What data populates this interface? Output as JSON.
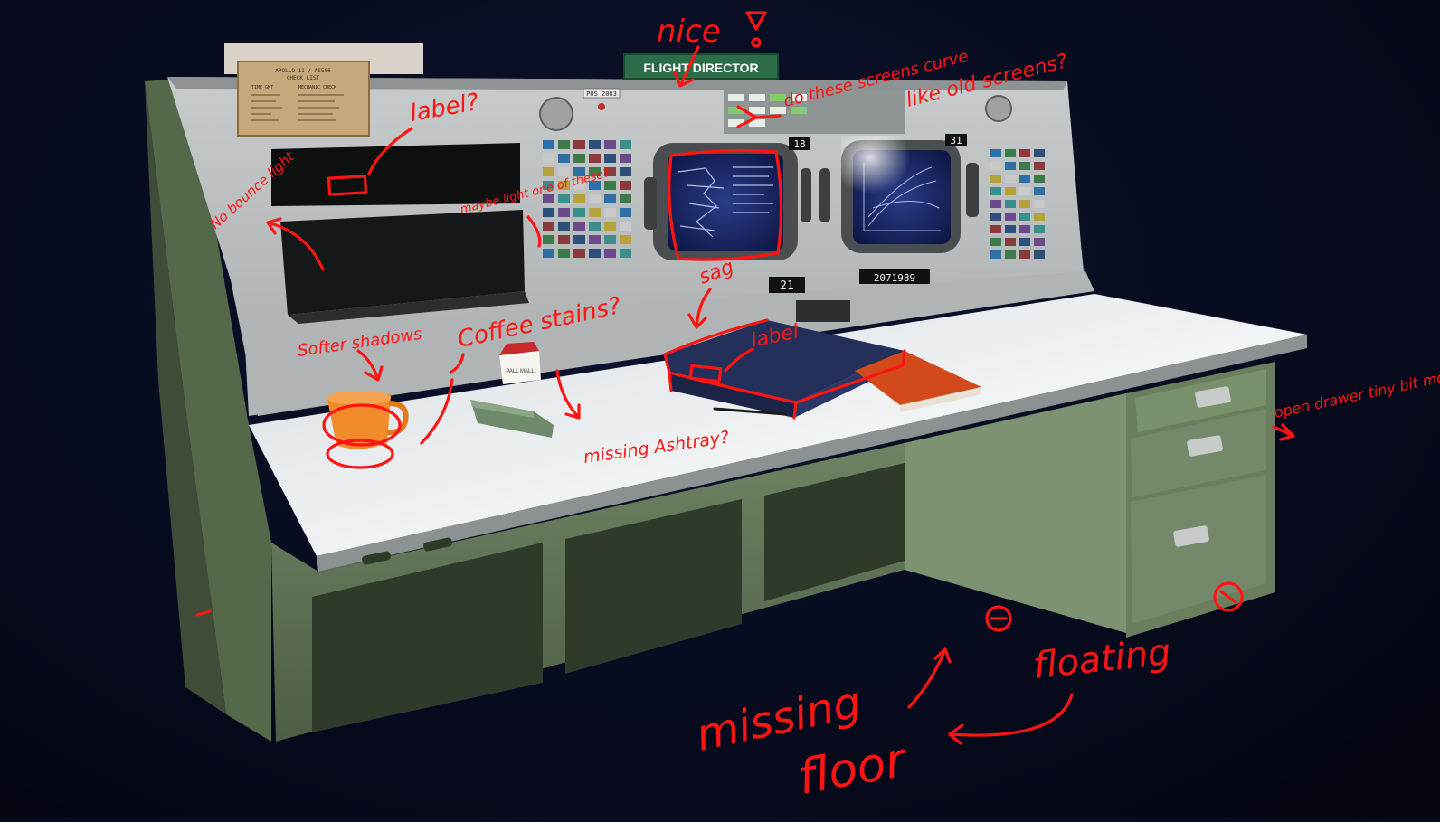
{
  "scene": {
    "colors": {
      "background": "#070b1e",
      "cabinet_green": "#6b7d5e",
      "cabinet_dark": "#4b5a42",
      "panel_grey": "#b9bcbc",
      "desk_top": "#e8ecee",
      "annotation_red": "#ff1414",
      "mug_orange": "#f08a2a",
      "binder_navy": "#24305a"
    },
    "sign": {
      "text": "FLIGHT DIRECTOR"
    },
    "placard": {
      "text": "POS 2003"
    },
    "checklist": {
      "title": "APOLLO 11 / AS506",
      "subtitle": "CHECK LIST",
      "col_left": "TIME GMT",
      "col_right": "MECHANIC CHECK"
    },
    "counters": {
      "left_top": "18",
      "right_top": "31",
      "mid_small": "21",
      "mid_long": "2071989"
    },
    "cigarette_pack": {
      "text": "PALL MALL"
    }
  },
  "annotations": [
    {
      "text": "nice",
      "id": "nice"
    },
    {
      "text": "label?",
      "id": "label-top"
    },
    {
      "text": "No bounce light",
      "id": "no-bounce"
    },
    {
      "text": "maybe light one of these?",
      "id": "maybe-light"
    },
    {
      "text": "do these screens curve",
      "id": "screens-curve"
    },
    {
      "text": "like old screens?",
      "id": "old-screens"
    },
    {
      "text": "sag",
      "id": "sag"
    },
    {
      "text": "label",
      "id": "label-binder"
    },
    {
      "text": "Softer shadows",
      "id": "softer-shadows"
    },
    {
      "text": "Coffee stains?",
      "id": "coffee-stains"
    },
    {
      "text": "missing Ashtray?",
      "id": "missing-ashtray"
    },
    {
      "text": "open drawer tiny bit more",
      "id": "open-drawer"
    },
    {
      "text": "missing",
      "id": "missing"
    },
    {
      "text": "floor",
      "id": "floor"
    },
    {
      "text": "floating",
      "id": "floating"
    }
  ]
}
